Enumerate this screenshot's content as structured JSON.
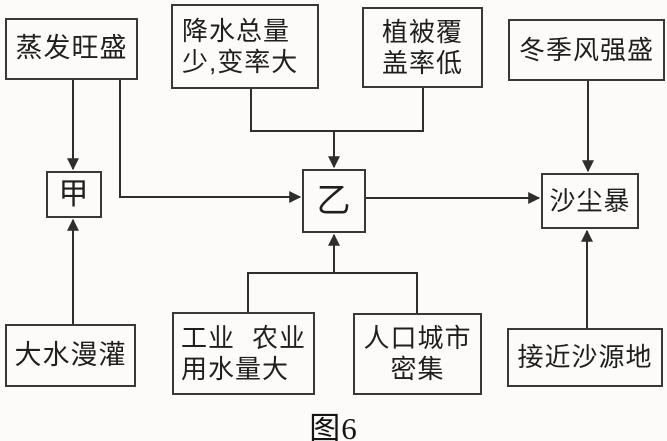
{
  "figure": {
    "caption": "图6"
  },
  "colors": {
    "background": "#fcfbf9",
    "line": "#2e2e2e",
    "box_border": "#383838",
    "text": "#1f1f1f"
  },
  "nodes": {
    "evaporation": {
      "label": "蒸发旺盛"
    },
    "precipitation": {
      "line1": "降水总量",
      "line2": "少,变率大"
    },
    "vegetation": {
      "line1": "植被覆",
      "line2": "盖率低"
    },
    "winter_wind": {
      "label": "冬季风强盛"
    },
    "jia": {
      "label": "甲"
    },
    "yi": {
      "label": "乙"
    },
    "sandstorm": {
      "label": "沙尘暴"
    },
    "flood_irrigation": {
      "label": "大水漫灌"
    },
    "water_use": {
      "line1_left": "工业",
      "line1_right": "农业",
      "line2": "用水量大"
    },
    "population": {
      "line1": "人口城市",
      "line2": "密集"
    },
    "sand_source": {
      "label": "接近沙源地"
    }
  }
}
